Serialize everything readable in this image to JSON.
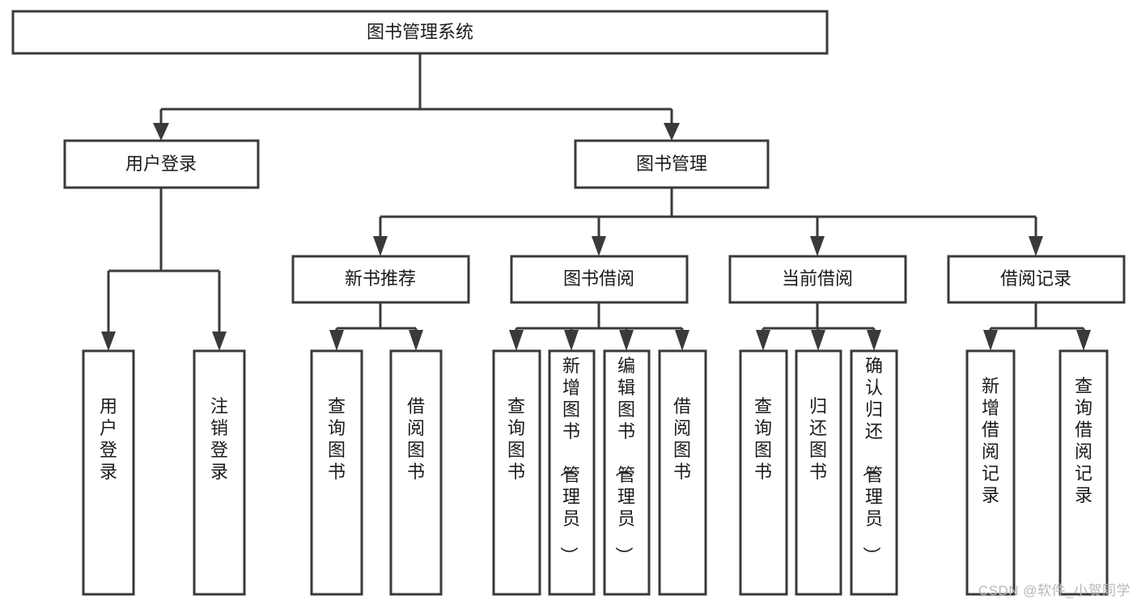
{
  "diagram": {
    "type": "tree-hierarchy-chart",
    "title": "图书管理系统",
    "watermark": "CSDN @软件_小贺同学",
    "colors": {
      "stroke": "#3a3a3a",
      "fill": "#ffffff",
      "text": "#1b1b1b",
      "watermark": "#b8b8b8",
      "background": "#ffffff"
    },
    "levels": {
      "level1": [
        {
          "id": "root",
          "label": "图书管理系统",
          "orientation": "horizontal"
        }
      ],
      "level2": [
        {
          "id": "user-login",
          "label": "用户登录",
          "orientation": "horizontal"
        },
        {
          "id": "book-manage",
          "label": "图书管理",
          "orientation": "horizontal"
        }
      ],
      "level3": [
        {
          "id": "new-book-rec",
          "label": "新书推荐",
          "orientation": "horizontal"
        },
        {
          "id": "book-borrow",
          "label": "图书借阅",
          "orientation": "horizontal"
        },
        {
          "id": "current-borrow",
          "label": "当前借阅",
          "orientation": "horizontal"
        },
        {
          "id": "borrow-record",
          "label": "借阅记录",
          "orientation": "horizontal"
        }
      ],
      "level4": [
        {
          "id": "leaf-user-login",
          "label": "用户登录",
          "parent": "user-login",
          "orientation": "vertical"
        },
        {
          "id": "leaf-logout",
          "label": "注销登录",
          "parent": "user-login",
          "orientation": "vertical"
        },
        {
          "id": "leaf-query-book-1",
          "label": "查询图书",
          "parent": "new-book-rec",
          "orientation": "vertical"
        },
        {
          "id": "leaf-borrow-book-1",
          "label": "借阅图书",
          "parent": "new-book-rec",
          "orientation": "vertical"
        },
        {
          "id": "leaf-query-book-2",
          "label": "查询图书",
          "parent": "book-borrow",
          "orientation": "vertical"
        },
        {
          "id": "leaf-add-book",
          "label": "新增图书（管理员）",
          "parent": "book-borrow",
          "orientation": "vertical"
        },
        {
          "id": "leaf-edit-book",
          "label": "编辑图书（管理员）",
          "parent": "book-borrow",
          "orientation": "vertical"
        },
        {
          "id": "leaf-borrow-book-2",
          "label": "借阅图书",
          "parent": "book-borrow",
          "orientation": "vertical"
        },
        {
          "id": "leaf-query-book-3",
          "label": "查询图书",
          "parent": "current-borrow",
          "orientation": "vertical"
        },
        {
          "id": "leaf-return-book",
          "label": "归还图书",
          "parent": "current-borrow",
          "orientation": "vertical"
        },
        {
          "id": "leaf-confirm-return",
          "label": "确认归还（管理员）",
          "parent": "current-borrow",
          "orientation": "vertical"
        },
        {
          "id": "leaf-add-record",
          "label": "新增借阅记录",
          "parent": "borrow-record",
          "orientation": "vertical"
        },
        {
          "id": "leaf-query-record",
          "label": "查询借阅记录",
          "parent": "borrow-record",
          "orientation": "vertical"
        }
      ]
    }
  }
}
